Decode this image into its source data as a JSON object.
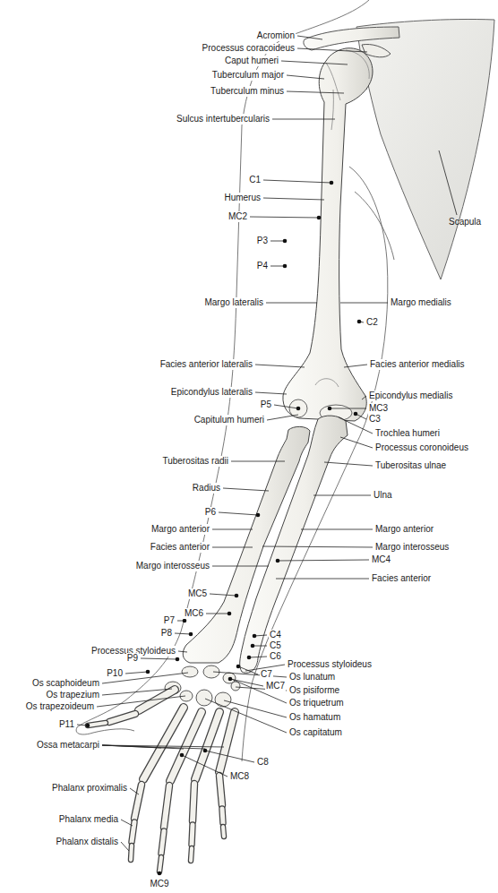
{
  "diagram": {
    "labels": [
      "Acromion",
      "Processus coracoideus",
      "Caput humeri",
      "Tuberculum major",
      "Tuberculum minus",
      "Sulcus intertubercularis",
      "C1",
      "Humerus",
      "MC2",
      "Scapula",
      "P3",
      "P4",
      "Margo lateralis",
      "Margo medialis",
      "C2",
      "Facies anterior lateralis",
      "Facies anterior medialis",
      "Epicondylus lateralis",
      "Epicondylus medialis",
      "P5",
      "MC3",
      "Capitulum humeri",
      "C3",
      "Trochlea humeri",
      "Processus coronoideus",
      "Tuberositas radii",
      "Tuberositas ulnae",
      "Radius",
      "Ulna",
      "P6",
      "Margo anterior",
      "Margo anterior",
      "Facies anterior",
      "Margo interosseus",
      "MC4",
      "Margo interosseus",
      "Facies anterior",
      "MC5",
      "MC6",
      "P7",
      "P8",
      "C4",
      "C5",
      "Processus styloideus",
      "C6",
      "P9",
      "Processus styloideus",
      "P10",
      "C7",
      "Os scaphoideum",
      "Os lunatum",
      "Os trapezium",
      "MC7",
      "Os pisiforme",
      "Os trapezoideum",
      "Os triquetrum",
      "P11",
      "Os hamatum",
      "Os capitatum",
      "Ossa metacarpi",
      "C8",
      "MC8",
      "Phalanx proximalis",
      "Phalanx media",
      "Phalanx distalis",
      "MC9"
    ]
  }
}
